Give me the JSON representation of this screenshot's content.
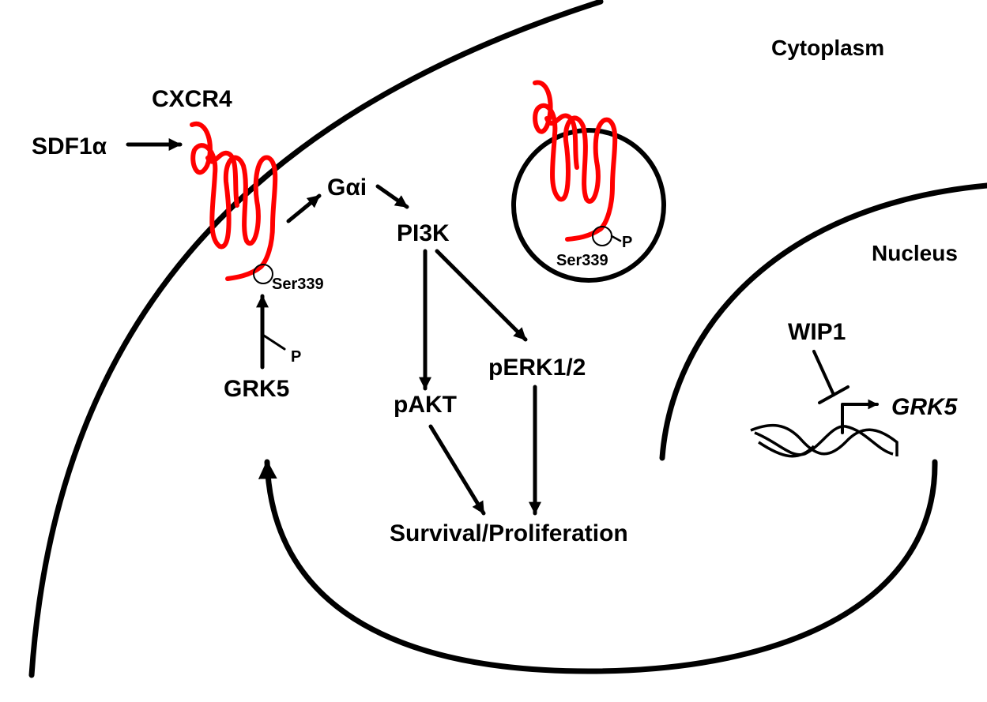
{
  "compartments": {
    "cytoplasm": "Cytoplasm",
    "nucleus": "Nucleus"
  },
  "receptor": {
    "name": "CXCR4",
    "ligand": "SDF1α",
    "site": "Ser339",
    "endosome_site": "Ser339",
    "phospho": "P",
    "endosome_phospho": "P"
  },
  "pathway": {
    "g_protein": "Gαi",
    "pi3k": "PI3K",
    "perk": "pERK1/2",
    "pakt": "pAKT",
    "outcome": "Survival/Proliferation",
    "kinase": "GRK5",
    "kinase_phospho": "P"
  },
  "nuclear": {
    "regulator": "WIP1",
    "gene": "GRK5"
  },
  "colors": {
    "receptor": "#ff0000",
    "lines": "#000000",
    "background": "#ffffff"
  }
}
